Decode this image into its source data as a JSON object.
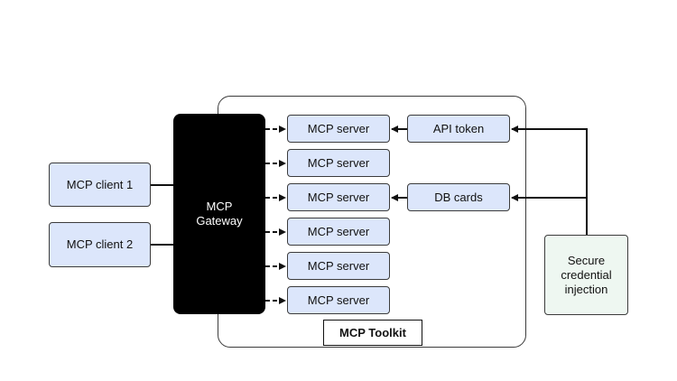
{
  "clients": [
    {
      "label": "MCP client 1"
    },
    {
      "label": "MCP client 2"
    }
  ],
  "gateway": {
    "label": "MCP\nGateway"
  },
  "toolkit": {
    "label": "MCP Toolkit"
  },
  "servers": [
    {
      "label": "MCP server"
    },
    {
      "label": "MCP server"
    },
    {
      "label": "MCP server"
    },
    {
      "label": "MCP server"
    },
    {
      "label": "MCP server"
    },
    {
      "label": "MCP server"
    }
  ],
  "credentials": [
    {
      "label": "API token"
    },
    {
      "label": "DB cards"
    }
  ],
  "injector": {
    "label": "Secure\ncredential\ninjection"
  },
  "colors": {
    "node_fill": "#dce6fb",
    "injector_fill": "#eef7f1",
    "gateway_fill": "#000000",
    "stroke": "#111111"
  }
}
